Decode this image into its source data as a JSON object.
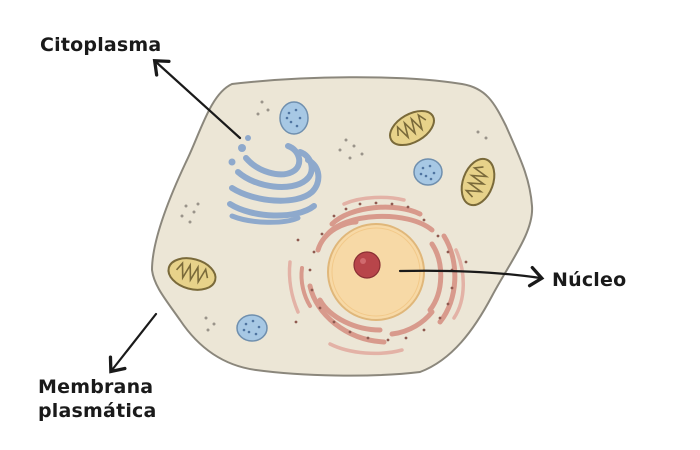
{
  "labels": {
    "cytoplasm": "Citoplasma",
    "nucleus": "Núcleo",
    "membrane_line1": "Membrana",
    "membrane_line2": "plasmática"
  },
  "colors": {
    "cytoplasm_fill": "#ece6d6",
    "membrane_stroke": "#8b877c",
    "nucleus_fill": "#f7d9a6",
    "nucleolus_fill": "#b8454a",
    "er_pink": "#d89a8c",
    "golgi_blue": "#8ea9cc",
    "mito_fill": "#e7d28a",
    "vesicle_blue": "#a7c8e4"
  }
}
